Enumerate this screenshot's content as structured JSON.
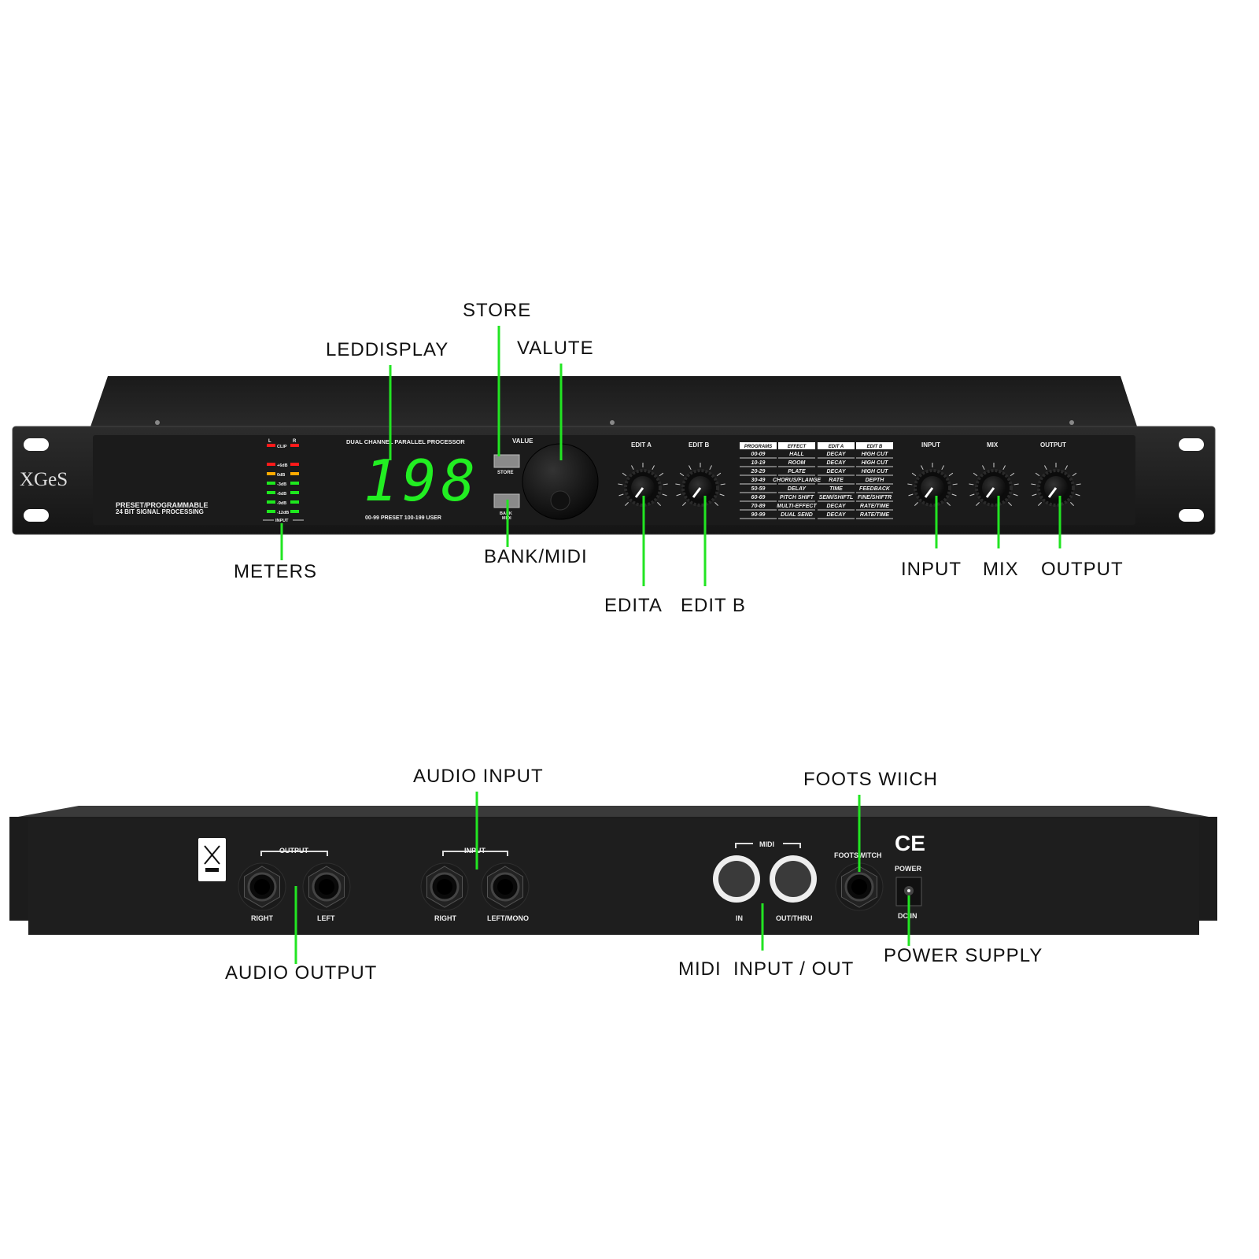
{
  "brand": "XGeS",
  "front": {
    "subtitle_line1": "PRESET/PROGRAMMABLE",
    "subtitle_line2": "24 BIT SIGNAL PROCESSING",
    "meter_l": "L",
    "meter_r": "R",
    "clip": "CLIP",
    "meter_levels": [
      "+6dB",
      "0dB",
      "-3dB",
      "-6dB",
      "-9dB",
      "-12dB"
    ],
    "meter_colors": [
      "#ff1a1a",
      "#ffaa00",
      "#1ee81e",
      "#1ee81e",
      "#1ee81e",
      "#1ee81e"
    ],
    "meter_input": "INPUT",
    "processor_title": "DUAL CHANNEL PARALLEL PROCESSOR",
    "display_value": "198",
    "display_color": "#22ee22",
    "preset_range": "00-99 PRESET 100-199 USER",
    "store": "STORE",
    "bank_line1": "BANK",
    "bank_line2": "MIDI",
    "value": "VALUE",
    "edit_a": "EDIT A",
    "edit_b": "EDIT B",
    "input": "INPUT",
    "mix": "MIX",
    "output": "OUTPUT",
    "table": {
      "headers": [
        "PROGRAMS",
        "EFFECT",
        "EDIT A",
        "EDIT B"
      ],
      "rows": [
        [
          "00-09",
          "HALL",
          "DECAY",
          "HIGH CUT"
        ],
        [
          "10-19",
          "ROOM",
          "DECAY",
          "HIGH CUT"
        ],
        [
          "20-29",
          "PLATE",
          "DECAY",
          "HIGH CUT"
        ],
        [
          "30-49",
          "CHORUS/FLANGE",
          "RATE",
          "DEPTH"
        ],
        [
          "50-59",
          "DELAY",
          "TIME",
          "FEEDBACK"
        ],
        [
          "60-69",
          "PITCH SHIFT",
          "SEMI/SHIFTL",
          "FINE/SHIFTR"
        ],
        [
          "70-89",
          "MULTI-EFFECT",
          "DECAY",
          "RATE/TIME"
        ],
        [
          "90-99",
          "DUAL SEND",
          "DECAY",
          "RATE/TIME"
        ]
      ]
    }
  },
  "rear": {
    "output": "OUTPUT",
    "input": "INPUT",
    "right": "RIGHT",
    "left": "LEFT",
    "left_mono": "LEFT/MONO",
    "midi": "MIDI",
    "midi_in": "IN",
    "midi_out": "OUT/THRU",
    "footswitch": "FOOTSWITCH",
    "power": "POWER",
    "dc_in": "DC IN",
    "ce": "CE"
  },
  "callouts": {
    "store": "STORE",
    "led_display": "LEDDISPLAY",
    "valute": "VALUTE",
    "meters": "METERS",
    "bank_midi": "BANK/MIDI",
    "edit_a": "EDITA",
    "edit_b": "EDIT B",
    "input": "INPUT",
    "mix": "MIX",
    "output": "OUTPUT",
    "audio_input": "AUDIO INPUT",
    "foots_wiich": "FOOTS WIICH",
    "audio_output": "AUDIO OUTPUT",
    "midi_io": "MIDI  INPUT / OUT",
    "power_supply": "POWER SUPPLY"
  },
  "accent_color": "#22e522"
}
